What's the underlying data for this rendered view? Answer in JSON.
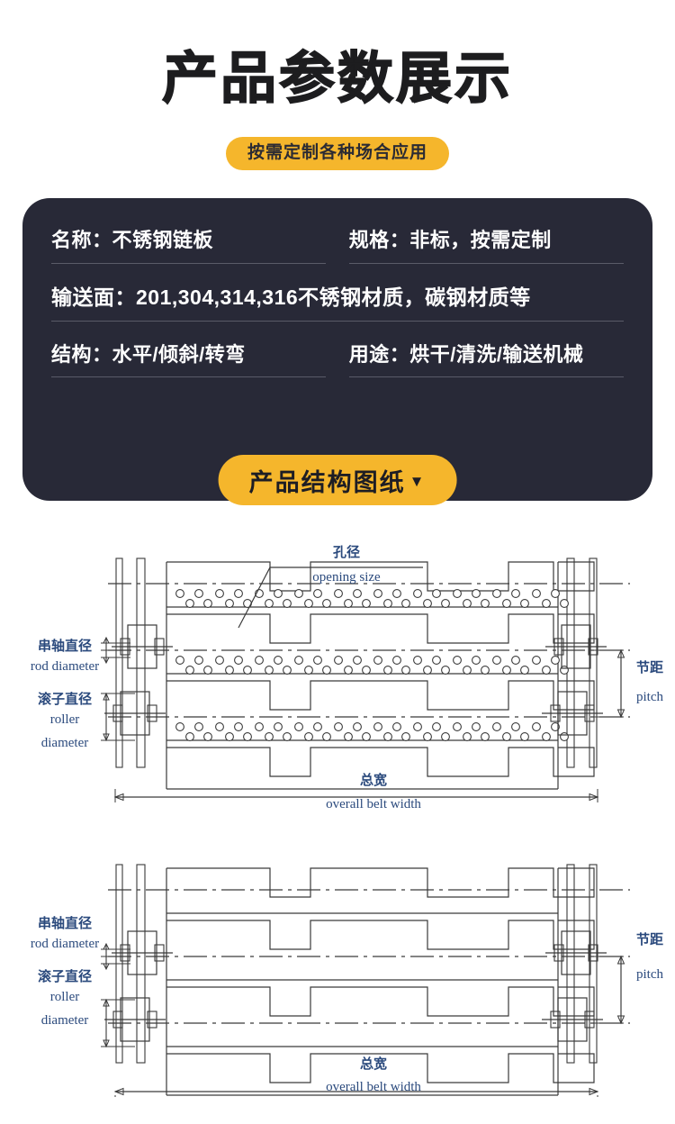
{
  "header": {
    "title": "产品参数展示",
    "subtitle_pill": "按需定制各种场合应用"
  },
  "spec_card": {
    "rows": [
      {
        "cells": [
          "名称：不锈钢链板",
          "规格：非标，按需定制"
        ]
      },
      {
        "cells": [
          "输送面：201,304,314,316不锈钢材质，碳钢材质等"
        ]
      },
      {
        "cells": [
          "结构：水平/倾斜/转弯",
          "用途：烘干/清洗/输送机械"
        ]
      }
    ]
  },
  "cta": {
    "label": "产品结构图纸",
    "caret": "▼"
  },
  "drawings": [
    {
      "id": "perforated",
      "labels": {
        "opening_zh": "孔径",
        "opening_en": "opening size",
        "rod_zh": "串轴直径",
        "rod_en": "rod diameter",
        "roller_zh": "滚子直径",
        "roller_en1": "roller",
        "roller_en2": "diameter",
        "pitch_zh": "节距",
        "pitch_en": "pitch",
        "width_zh": "总宽",
        "width_en": "overall belt width"
      }
    },
    {
      "id": "plain",
      "labels": {
        "rod_zh": "串轴直径",
        "rod_en": "rod diameter",
        "roller_zh": "滚子直径",
        "roller_en1": "roller",
        "roller_en2": "diameter",
        "pitch_zh": "节距",
        "pitch_en": "pitch",
        "width_zh": "总宽",
        "width_en": "overall belt width"
      }
    }
  ],
  "colors": {
    "accent_yellow": "#F5B62C",
    "card_dark": "#282937",
    "drawing_label_blue": "#2b4a7d",
    "line": "#3a3a3a",
    "text_dark": "#1d1d1f"
  }
}
